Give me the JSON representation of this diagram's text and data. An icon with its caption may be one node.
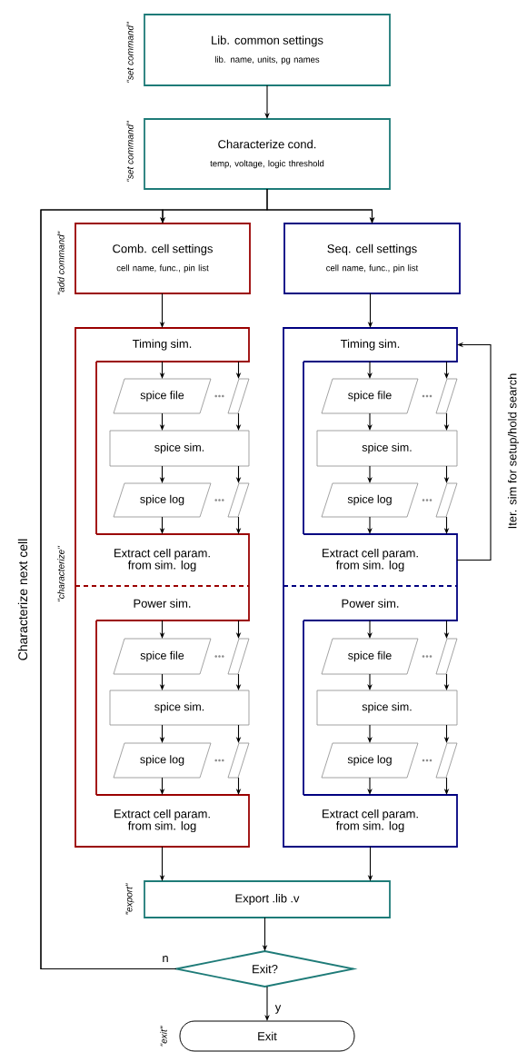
{
  "diagram": {
    "nodes": [
      {
        "text": [
          "Lib. common settings",
          "lib. name, units, pg names"
        ]
      },
      {
        "text": [
          "Characterize cond.",
          "temp, voltage, logic threshold"
        ]
      },
      {
        "text": [
          "Comb. cell settings",
          "cell name, func., pin list"
        ]
      },
      {
        "text": [
          "Seq. cell settings",
          "cell name, func., pin list"
        ]
      },
      {
        "text": [
          "Timing sim."
        ]
      },
      {
        "text": [
          "spice file"
        ]
      },
      {
        "text": [],
        "shape": "parallelogram"
      },
      {
        "text": [
          "spice sim."
        ]
      },
      {
        "text": [
          "spice log"
        ]
      },
      {
        "text": [],
        "shape": "parallelogram"
      },
      {
        "text": [
          "Extract cell param. from sim. log"
        ]
      },
      {
        "text": [
          "Power sim."
        ]
      },
      {
        "text": [
          "spice file"
        ]
      },
      {
        "text": [],
        "shape": "parallelogram"
      },
      {
        "text": [
          "spice sim."
        ]
      },
      {
        "text": [
          "spice log"
        ]
      },
      {
        "text": [],
        "shape": "parallelogram"
      },
      {
        "text": [
          "Extract cell param. from sim. log"
        ]
      },
      {
        "text": [
          "Timing sim."
        ]
      },
      {
        "text": [
          "spice file"
        ]
      },
      {
        "text": [],
        "shape": "parallelogram"
      },
      {
        "text": [
          "spice sim."
        ]
      },
      {
        "text": [
          "spice log"
        ]
      },
      {
        "text": [],
        "shape": "parallelogram"
      },
      {
        "text": [
          "Extract cell param. from sim. log"
        ]
      },
      {
        "text": [
          "Power sim."
        ]
      },
      {
        "text": [
          "spice file"
        ]
      },
      {
        "text": [],
        "shape": "parallelogram"
      },
      {
        "text": [
          "spice sim."
        ]
      },
      {
        "text": [
          "spice log"
        ]
      },
      {
        "text": [],
        "shape": "parallelogram"
      },
      {
        "text": [
          "Extract cell param. from sim. log"
        ]
      },
      {
        "text": [
          "Export .lib .v"
        ]
      },
      {
        "text": [
          "Exit?"
        ]
      },
      {
        "text": [
          "Exit"
        ]
      }
    ],
    "edges": [
      {
        "from": 0,
        "to": 1,
        "arrow": "to"
      },
      {
        "from": 1,
        "to": 2,
        "arrow": "to"
      },
      {
        "from": 1,
        "to": 3,
        "arrow": "to"
      },
      {
        "from": 2,
        "to": 4,
        "arrow": "to"
      },
      {
        "from": 3,
        "to": 18,
        "arrow": "to"
      },
      {
        "from": 4,
        "to": 5,
        "arrow": "to"
      },
      {
        "from": 4,
        "to": 6,
        "arrow": "to"
      },
      {
        "from": 5,
        "to": 7,
        "arrow": "to"
      },
      {
        "from": 6,
        "to": 7,
        "arrow": "to"
      },
      {
        "from": 7,
        "to": 8,
        "arrow": "to"
      },
      {
        "from": 7,
        "to": 9,
        "arrow": "to"
      },
      {
        "from": 8,
        "to": 10,
        "arrow": "to"
      },
      {
        "from": 9,
        "to": 10,
        "arrow": "to"
      },
      {
        "from": 11,
        "to": 12,
        "arrow": "to"
      },
      {
        "from": 11,
        "to": 13,
        "arrow": "to"
      },
      {
        "from": 12,
        "to": 14,
        "arrow": "to"
      },
      {
        "from": 13,
        "to": 14,
        "arrow": "to"
      },
      {
        "from": 14,
        "to": 15,
        "arrow": "to"
      },
      {
        "from": 14,
        "to": 16,
        "arrow": "to"
      },
      {
        "from": 15,
        "to": 17,
        "arrow": "to"
      },
      {
        "from": 16,
        "to": 17,
        "arrow": "to"
      },
      {
        "from": 18,
        "to": 19,
        "arrow": "to"
      },
      {
        "from": 18,
        "to": 20,
        "arrow": "to"
      },
      {
        "from": 19,
        "to": 21,
        "arrow": "to"
      },
      {
        "from": 20,
        "to": 21,
        "arrow": "to"
      },
      {
        "from": 21,
        "to": 22,
        "arrow": "to"
      },
      {
        "from": 21,
        "to": 23,
        "arrow": "to"
      },
      {
        "from": 22,
        "to": 24,
        "arrow": "to"
      },
      {
        "from": 23,
        "to": 24,
        "arrow": "to"
      },
      {
        "from": 25,
        "to": 26,
        "arrow": "to"
      },
      {
        "from": 25,
        "to": 27,
        "arrow": "to"
      },
      {
        "from": 26,
        "to": 28,
        "arrow": "to"
      },
      {
        "from": 27,
        "to": 28,
        "arrow": "to"
      },
      {
        "from": 28,
        "to": 29,
        "arrow": "to"
      },
      {
        "from": 28,
        "to": 30,
        "arrow": "to"
      },
      {
        "from": 29,
        "to": 31,
        "arrow": "to"
      },
      {
        "from": 30,
        "to": 31,
        "arrow": "to"
      },
      {
        "from": 24,
        "to": 18,
        "arrow": "to",
        "label": "Iter. sim for setup/hold search"
      },
      {
        "from": 17,
        "to": 32,
        "arrow": "to"
      },
      {
        "from": 31,
        "to": 32,
        "arrow": "to"
      },
      {
        "from": 32,
        "to": 33,
        "arrow": "to"
      },
      {
        "from": 33,
        "to": 34,
        "arrow": "to",
        "label": "y"
      },
      {
        "from": 33,
        "to": 2,
        "arrow": "to",
        "label": "n"
      },
      {
        "from": 33,
        "to": 3,
        "arrow": "to"
      }
    ],
    "labels": [
      "\"set command\"",
      "\"set command\"",
      "\"add command\"",
      "\"characterize\"",
      "Characterize next cell",
      "\"export\"",
      "\"exit\""
    ]
  }
}
